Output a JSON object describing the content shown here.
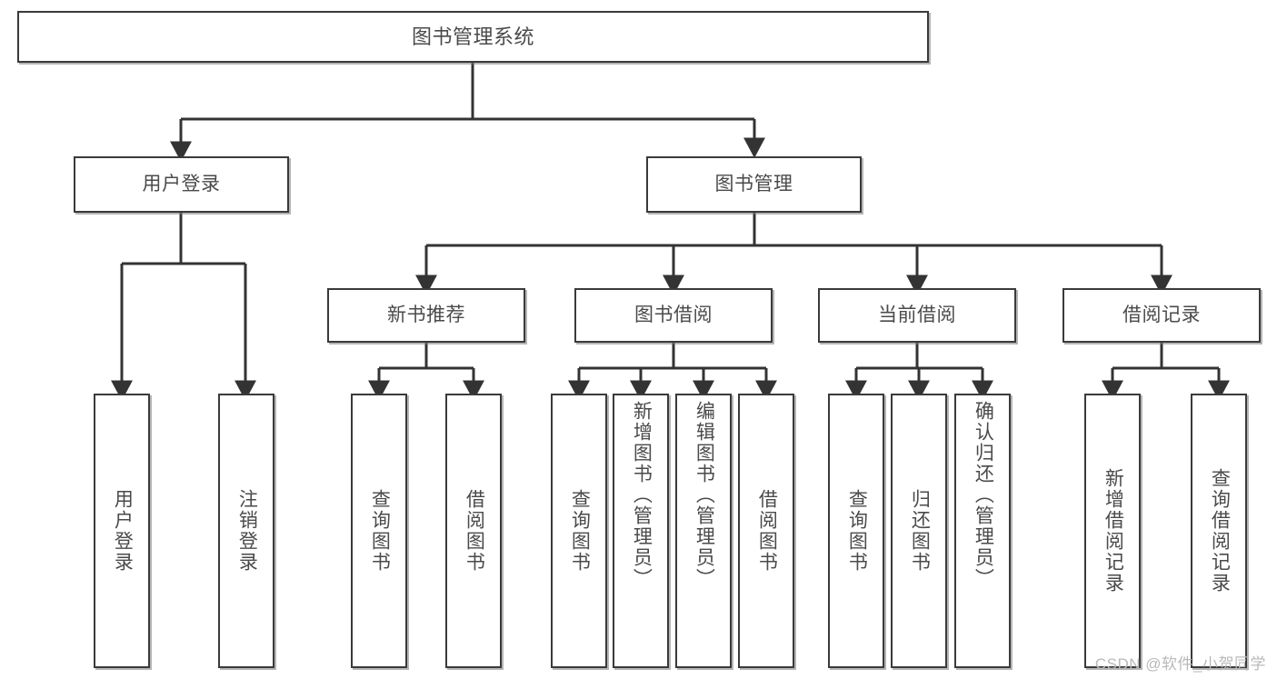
{
  "diagram": {
    "type": "tree",
    "title": "图书管理系统",
    "watermark": "CSDN @软件_小贺同学",
    "colors": {
      "box_border": "#3a3a3a",
      "box_fill": "#ffffff",
      "text": "#4a4a4a",
      "connector": "#333333",
      "watermark": "#b9b9b9"
    },
    "root": {
      "label": "图书管理系统"
    },
    "level2": [
      {
        "label": "用户登录"
      },
      {
        "label": "图书管理"
      }
    ],
    "level3": [
      {
        "label": "新书推荐"
      },
      {
        "label": "图书借阅"
      },
      {
        "label": "当前借阅"
      },
      {
        "label": "借阅记录"
      }
    ],
    "leaves": {
      "user_login": [
        {
          "label": "用户登录"
        },
        {
          "label": "注销登录"
        }
      ],
      "new_book_recommend": [
        {
          "label": "查询图书"
        },
        {
          "label": "借阅图书"
        }
      ],
      "book_borrow": [
        {
          "label": "查询图书"
        },
        {
          "label": "新增图书（管理员）"
        },
        {
          "label": "编辑图书（管理员）"
        },
        {
          "label": "借阅图书"
        }
      ],
      "current_borrow": [
        {
          "label": "查询图书"
        },
        {
          "label": "归还图书"
        },
        {
          "label": "确认归还（管理员）"
        }
      ],
      "borrow_record": [
        {
          "label": "新增借阅记录"
        },
        {
          "label": "查询借阅记录"
        }
      ]
    }
  }
}
